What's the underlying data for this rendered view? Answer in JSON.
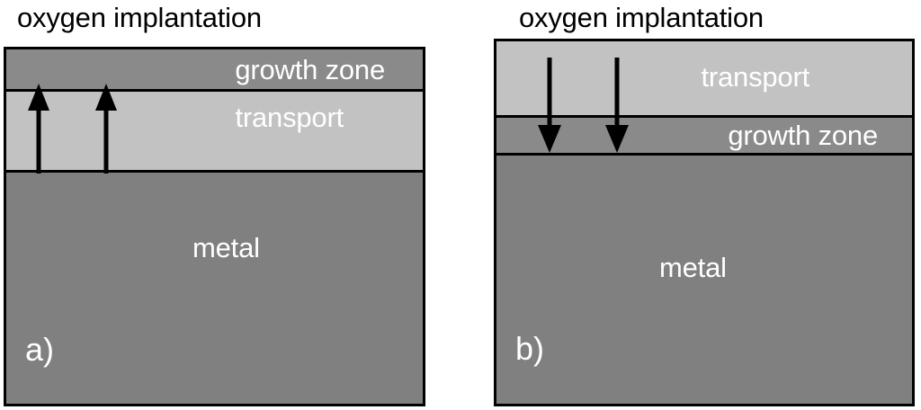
{
  "figure": {
    "background_color": "#ffffff",
    "line_color": "#000000",
    "label_color": "#ffffff",
    "colors": {
      "growth_zone": "#8a8a8a",
      "transport": "#c2c2c2",
      "metal": "#808080"
    },
    "panels": [
      {
        "id": "a",
        "letter": "a)",
        "title": "oxygen implantation",
        "layers": [
          {
            "name": "growth zone",
            "label": "growth zone",
            "fill": "#8a8a8a"
          },
          {
            "name": "transport",
            "label": "transport",
            "fill": "#c2c2c2"
          },
          {
            "name": "metal",
            "label": "metal",
            "fill": "#808080"
          }
        ],
        "arrows": {
          "direction": "up",
          "count": 2,
          "description": "two upward arrows from the transport/metal interface into the growth zone"
        }
      },
      {
        "id": "b",
        "letter": "b)",
        "title": "oxygen implantation",
        "layers": [
          {
            "name": "transport",
            "label": "transport",
            "fill": "#c2c2c2"
          },
          {
            "name": "growth zone",
            "label": "growth zone",
            "fill": "#8a8a8a"
          },
          {
            "name": "metal",
            "label": "metal",
            "fill": "#808080"
          }
        ],
        "arrows": {
          "direction": "down",
          "count": 2,
          "description": "two downward arrows from the top of the transport layer into the growth zone"
        }
      }
    ]
  }
}
